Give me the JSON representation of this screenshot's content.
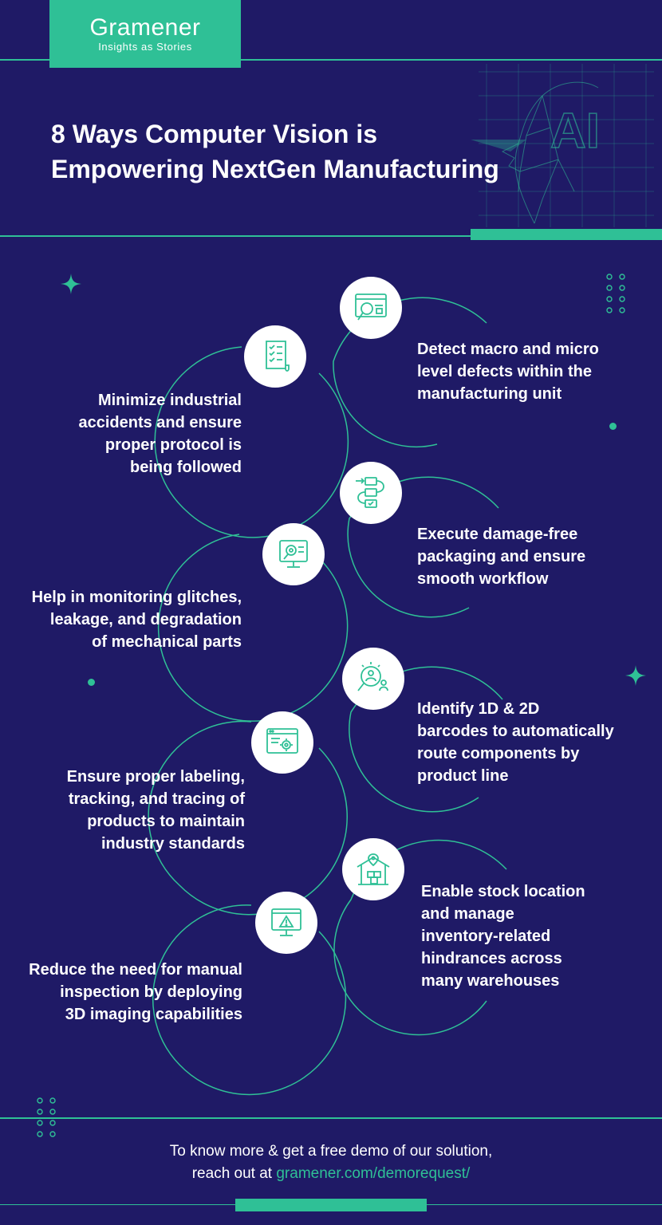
{
  "brand": {
    "name": "Gramener",
    "tagline": "Insights as Stories"
  },
  "hero": {
    "title_line1": "8 Ways Computer Vision is",
    "title_line2": "Empowering NextGen Manufacturing",
    "art_text": "AI"
  },
  "colors": {
    "background": "#1f1a66",
    "accent": "#2fc096",
    "text": "#ffffff"
  },
  "items": [
    {
      "icon": "web-search-icon",
      "text": [
        "Detect macro and micro",
        "level defects within the",
        "manufacturing unit"
      ]
    },
    {
      "icon": "checklist-icon",
      "text": [
        "Minimize industrial",
        "accidents and ensure",
        "proper protocol is",
        "being followed"
      ]
    },
    {
      "icon": "workflow-icon",
      "text": [
        "Execute damage-free",
        "packaging and ensure",
        "smooth workflow"
      ]
    },
    {
      "icon": "monitor-inspection-icon",
      "text": [
        "Help in monitoring glitches,",
        "leakage, and degradation",
        "of mechanical parts"
      ]
    },
    {
      "icon": "magnifier-people-icon",
      "text": [
        "Identify 1D & 2D",
        "barcodes to automatically",
        "route components by",
        "product line"
      ]
    },
    {
      "icon": "web-settings-icon",
      "text": [
        "Ensure proper labeling,",
        "tracking, and tracing of",
        "products to maintain",
        "industry standards"
      ]
    },
    {
      "icon": "warehouse-location-icon",
      "text": [
        "Enable stock location",
        "and manage",
        "inventory-related",
        "hindrances across",
        "many warehouses"
      ]
    },
    {
      "icon": "monitor-alert-icon",
      "text": [
        "Reduce the need for manual",
        "inspection by deploying",
        "3D imaging capabilities"
      ]
    }
  ],
  "footer": {
    "line1": "To know more & get a free demo of our solution,",
    "line2_prefix": "reach out at ",
    "link": "gramener.com/demorequest/"
  }
}
